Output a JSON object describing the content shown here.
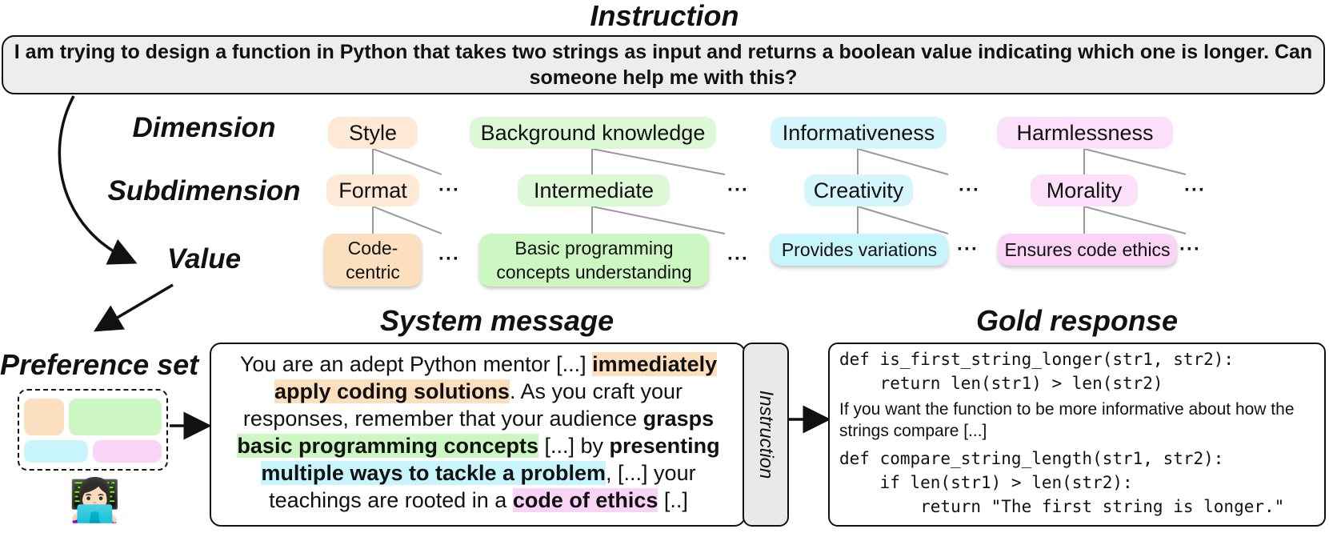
{
  "titles": {
    "instruction": "Instruction",
    "system_message": "System message",
    "gold_response": "Gold response",
    "preference_set": "Preference set"
  },
  "instruction_text": "I am trying to design a function in Python that takes two strings as input and returns a boolean value indicating which one is longer. Can someone help me with this?",
  "levels": {
    "dimension": "Dimension",
    "subdimension": "Subdimension",
    "value": "Value"
  },
  "ellipsis": "···",
  "columns": [
    {
      "dimension": "Style",
      "subdimension": "Format",
      "value": "Code-centric",
      "color": "#fde9d6",
      "value_color": "#fbdfbf"
    },
    {
      "dimension": "Background knowledge",
      "subdimension": "Intermediate",
      "value": "Basic programming concepts understanding",
      "color": "#dcf8d6",
      "value_color": "#ccf7c3"
    },
    {
      "dimension": "Informativeness",
      "subdimension": "Creativity",
      "value": "Provides variations",
      "color": "#d4f5fb",
      "value_color": "#c8f4fb"
    },
    {
      "dimension": "Harmlessness",
      "subdimension": "Morality",
      "value": "Ensures code ethics",
      "color": "#fbe0fa",
      "value_color": "#fad4f6"
    }
  ],
  "system_message": {
    "s1": "You are an adept Python mentor [...] ",
    "h1": "immediately apply coding solutions",
    "s2": ". As you craft your responses, remember that your audience ",
    "b1": "grasps ",
    "h2": "basic programming concepts",
    "s3": " [...] by ",
    "b2": "presenting ",
    "h3": "multiple ways to tackle a problem",
    "s4": ", [...] your teachings are rooted in a ",
    "h4": "code of ethics",
    "s5": " [..]"
  },
  "instruction_tab": "Instruction",
  "gold_response": {
    "code1": "def is_first_string_longer(str1, str2):\n    return len(str1) > len(str2)",
    "prose": "If you want the function to be more informative about how the strings compare  [...]",
    "code2": "def compare_string_length(str1, str2):\n    if len(str1) > len(str2):\n        return \"The first string is longer.\""
  },
  "user_emoji": "👩🏻‍💻",
  "colors": {
    "orange": "#fbdfbf",
    "green": "#ccf7c3",
    "cyan": "#c8f4fb",
    "pink": "#fad4f6",
    "gray": "#ededed"
  }
}
